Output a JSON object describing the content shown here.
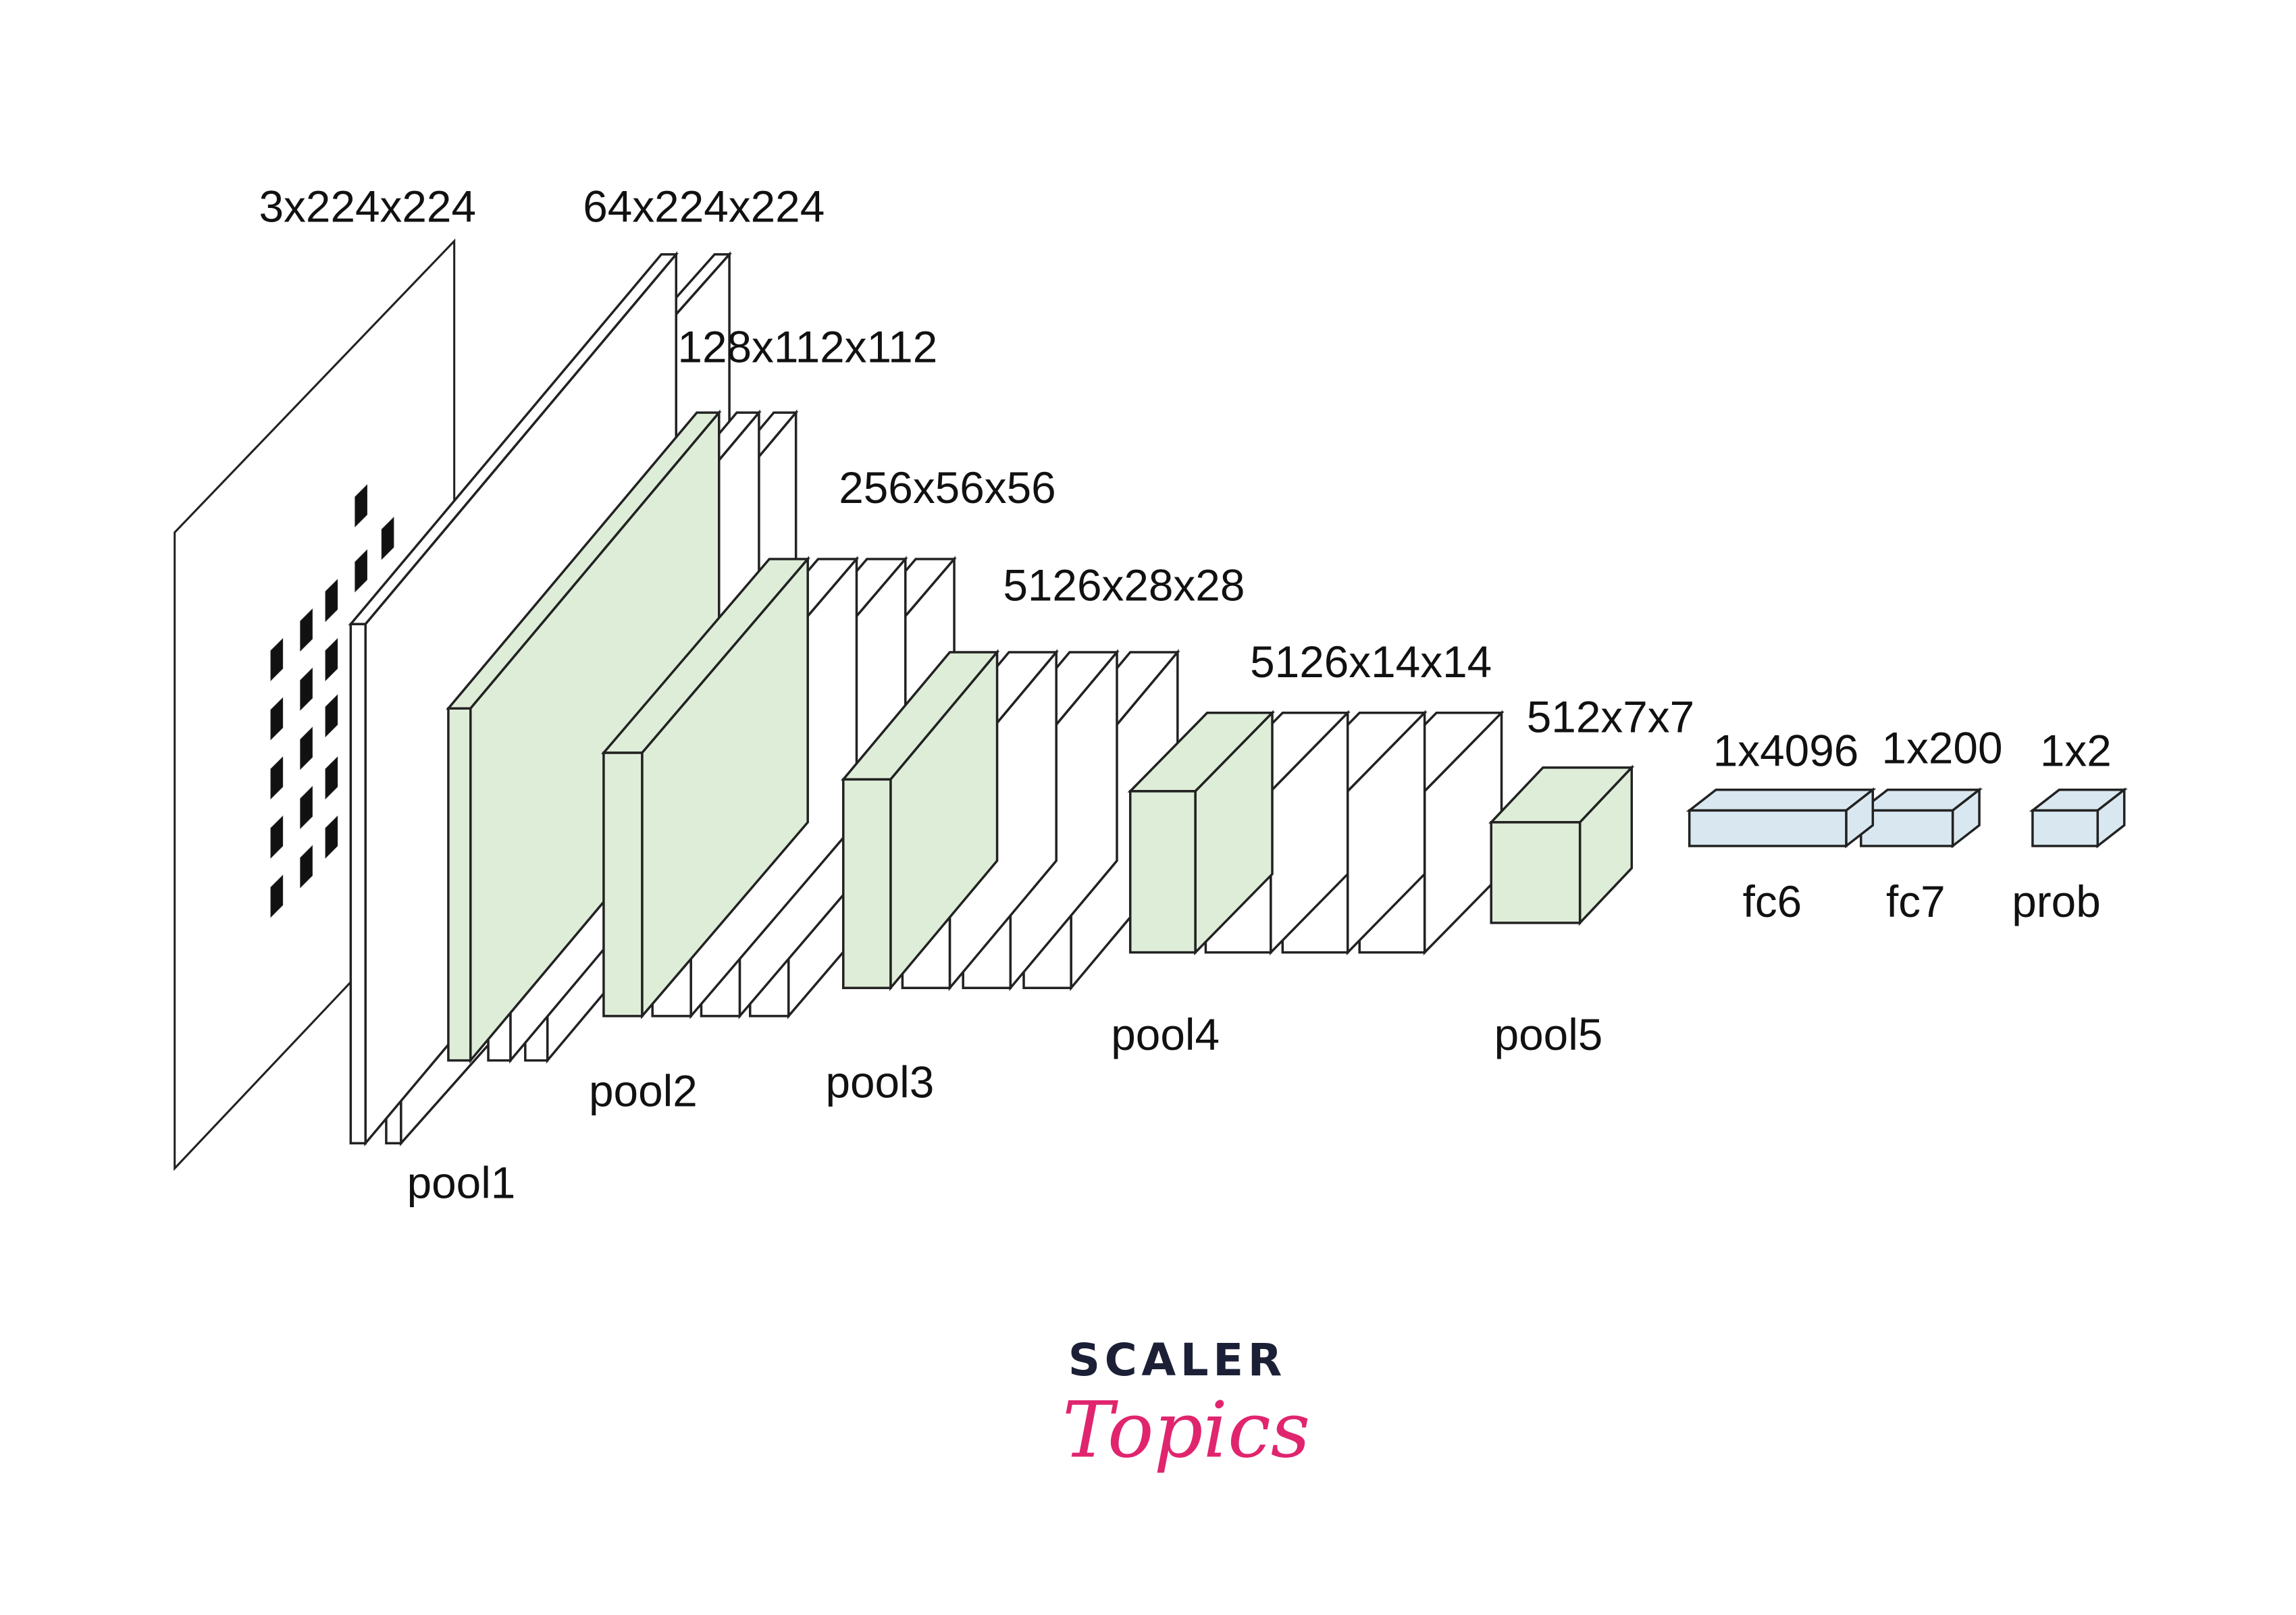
{
  "diagram": {
    "title": "VGG-style CNN architecture",
    "dims": [
      "3x224x224",
      "64x224x224",
      "128x112x112",
      "256x56x56",
      "5126x28x28",
      "5126x14x14",
      "512x7x7",
      "1x4096",
      "1x200",
      "1x2"
    ],
    "pools": [
      "pool1",
      "pool2",
      "pool3",
      "pool4",
      "pool5"
    ],
    "fc": [
      "fc6",
      "fc7",
      "prob"
    ],
    "colors": {
      "pool": "#deedd8",
      "conv": "#ffffff",
      "fc": "#d9e8f0",
      "stroke": "#222222"
    }
  },
  "logo": {
    "line1": "SCALER",
    "line2": "Topics",
    "colors": {
      "dark": "#1b2036",
      "pink": "#e0256e"
    }
  }
}
